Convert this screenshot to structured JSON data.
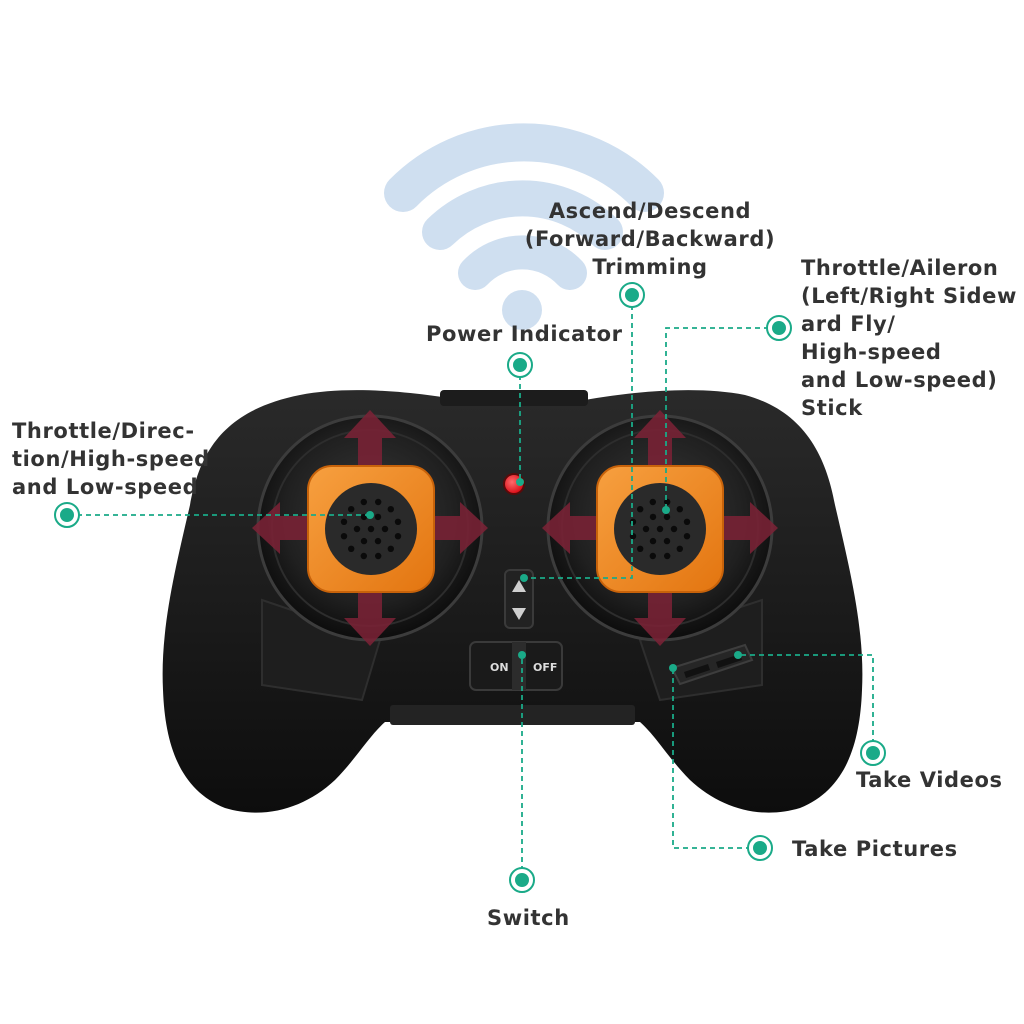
{
  "theme": {
    "accent": "#1aaa88",
    "label_color": "#333333",
    "body_color": "#151515",
    "stick_color": "#f28a1c",
    "arrow_color": "#7a2236",
    "wifi_color": "#cfdff0",
    "indicator_color": "#e8141e"
  },
  "icons": {
    "signal": "wifi-signal-icon",
    "callout_dot": "callout-dot-icon"
  },
  "controller": {
    "switch_on_label": "ON",
    "switch_off_label": "OFF"
  },
  "callouts": {
    "trimming": "Ascend/Descend\n(Forward/Backward)\nTrimming",
    "power_indicator": "Power Indicator",
    "right_stick": "Throttle/Aileron\n(Left/Right Sidew\nard Fly/\nHigh-speed\nand Low-speed)\nStick",
    "left_stick": "Throttle/Direc-\ntion/High-speed\nand Low-speed",
    "take_videos": "Take Videos",
    "take_pictures": "Take Pictures",
    "switch": "Switch"
  }
}
